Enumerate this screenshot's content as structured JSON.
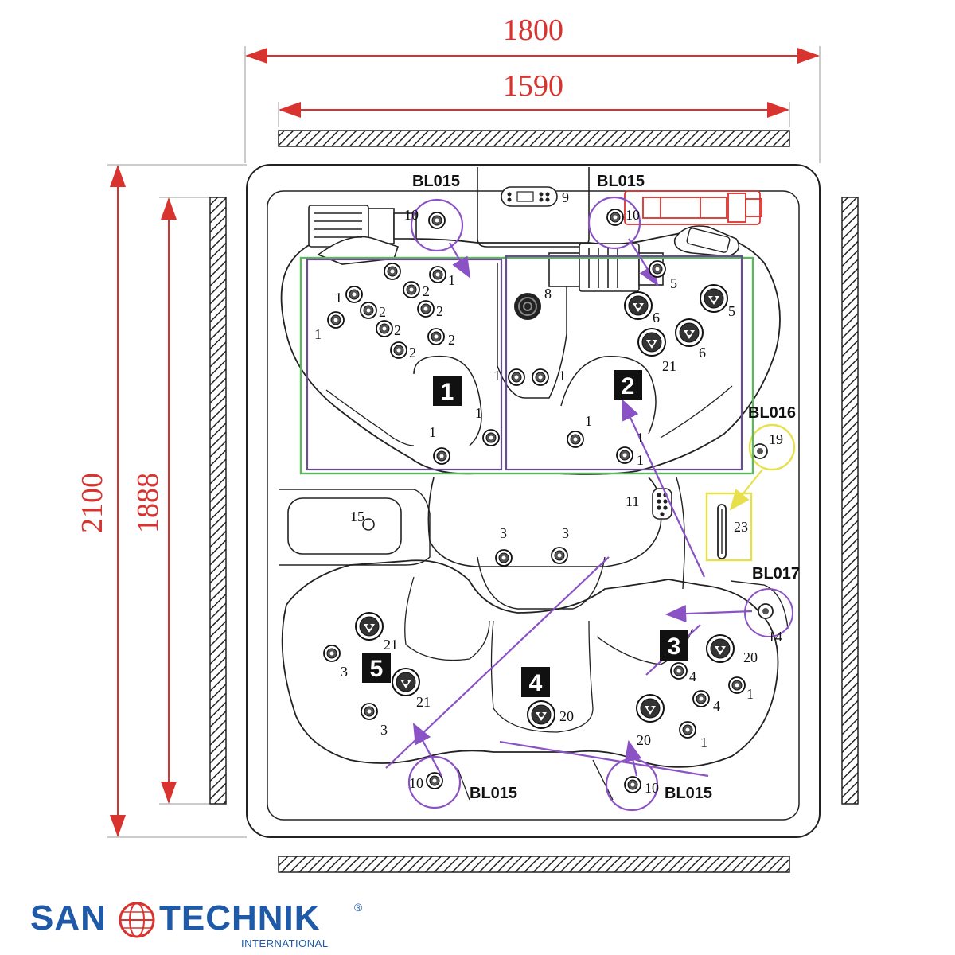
{
  "dimensions": {
    "outer_width": "1800",
    "inner_width": "1590",
    "outer_height": "2100",
    "inner_height": "1888"
  },
  "labels": {
    "bl015_top_left": "BL015",
    "bl015_top_right": "BL015",
    "bl016": "BL016",
    "bl017": "BL017",
    "bl015_bottom_left": "BL015",
    "bl015_bottom_right": "BL015"
  },
  "zones": [
    "1",
    "2",
    "3",
    "4",
    "5"
  ],
  "part_numbers": {
    "control_panel": "9",
    "pillow_speaker": "8",
    "filter": "15",
    "pump_port": "11",
    "light_bar": "23",
    "valve_19": "19",
    "drain_14": "14",
    "tl_valve": "10",
    "tr_valve": "10",
    "bl_valve": "10",
    "br_valve": "10",
    "z1_a": "1",
    "z1_b": "1",
    "z1_c": "1",
    "z1_d": "1",
    "z1_e": "1",
    "z1_f": "1",
    "z1_g": "1",
    "z1_2a": "2",
    "z1_2b": "2",
    "z1_2c": "2",
    "z1_2d": "2",
    "z1_2e": "2",
    "z1_2f": "2",
    "z2_a": "1",
    "z2_b": "1",
    "z2_c": "1",
    "z2_5a": "5",
    "z2_5b": "5",
    "z2_6a": "6",
    "z2_6b": "6",
    "z2_21": "21",
    "mid_3a": "3",
    "mid_3b": "3",
    "z3_20a": "20",
    "z3_4a": "4",
    "z3_4b": "4",
    "z3_1a": "1",
    "z3_1b": "1",
    "z3_20b": "20",
    "z4_20": "20",
    "z5_21a": "21",
    "z5_3a": "3",
    "z5_21b": "21",
    "z5_3b": "3"
  },
  "logo": {
    "left_word": "SAN",
    "right_word": "TECHNIK",
    "sub": "INTERNATIONAL",
    "reg": "®"
  },
  "colors": {
    "dimension": "#d9332f",
    "zone1_green": "#5cb85c",
    "zone2_purple": "#6a4c93",
    "arrow_purple": "#8a52c4",
    "highlight_yellow": "#e8e04a",
    "heater_red": "#d9332f",
    "brand_blue": "#1e5aa8"
  }
}
